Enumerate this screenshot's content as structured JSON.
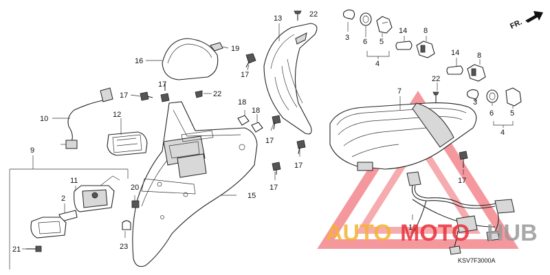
{
  "diagram": {
    "code": "KSV7F3000A",
    "front_label": "FR.",
    "callouts": [
      "1",
      "2",
      "3",
      "4",
      "5",
      "6",
      "7",
      "8",
      "9",
      "10",
      "11",
      "12",
      "13",
      "14",
      "15",
      "16",
      "17",
      "18",
      "19",
      "20",
      "21",
      "22",
      "23"
    ],
    "callout_3": "3",
    "callout_4": "4",
    "callout_5": "5",
    "callout_6": "6",
    "callout_8": "8",
    "callout_14": "14",
    "callout_17": "17",
    "callout_18": "18",
    "callout_22": "22"
  },
  "watermark": {
    "text_a": "AUTO",
    "text_b": "MOTO",
    "text_c": "HUB",
    "color_orange": "#f5b335",
    "color_red": "#e8303a",
    "color_grey": "#9a9a9a"
  }
}
